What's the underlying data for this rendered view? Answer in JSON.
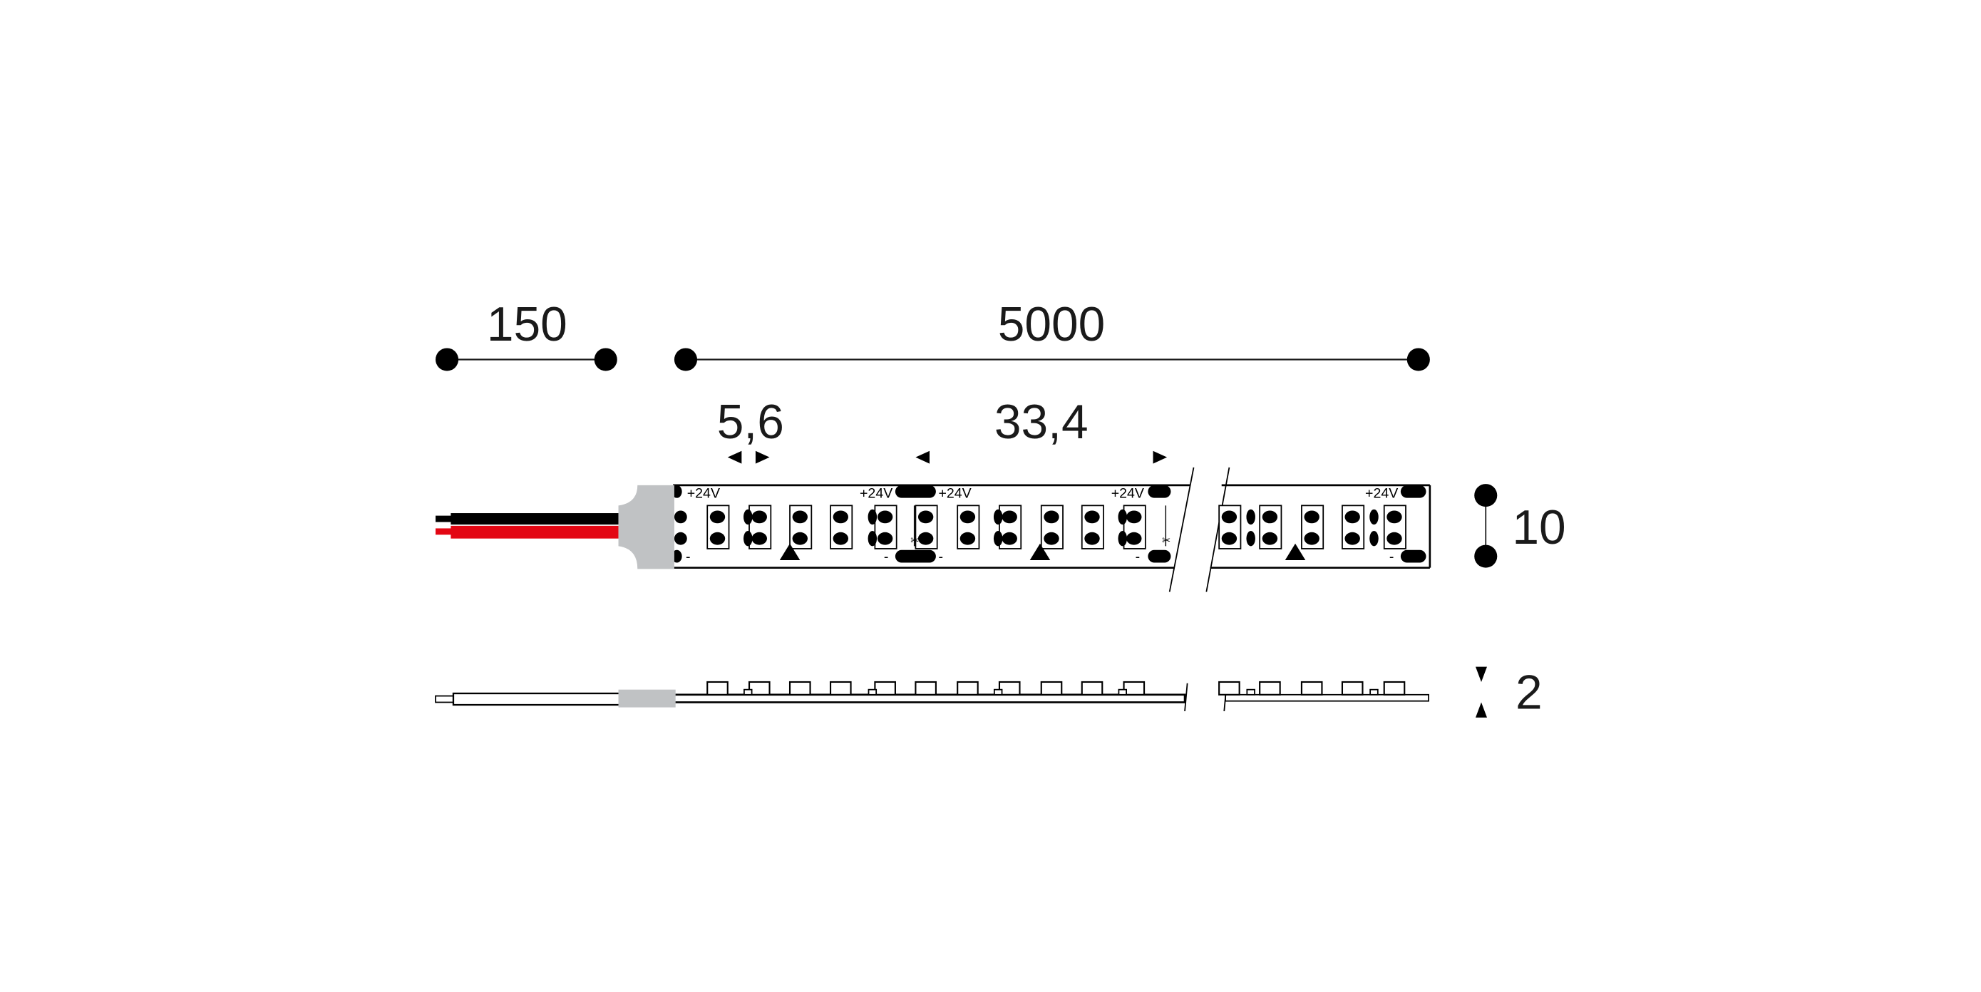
{
  "dimensions": {
    "wire_length": "150",
    "strip_length": "5000",
    "led_pitch": "5,6",
    "cut_interval": "33,4",
    "width": "10",
    "height": "2"
  },
  "pad_labels": {
    "positive": "+24V",
    "negative": "-"
  },
  "colors": {
    "wire_positive": "#e30613",
    "wire_negative": "#000000",
    "connector": "#c0c2c4",
    "line": "#1a1a1a"
  }
}
